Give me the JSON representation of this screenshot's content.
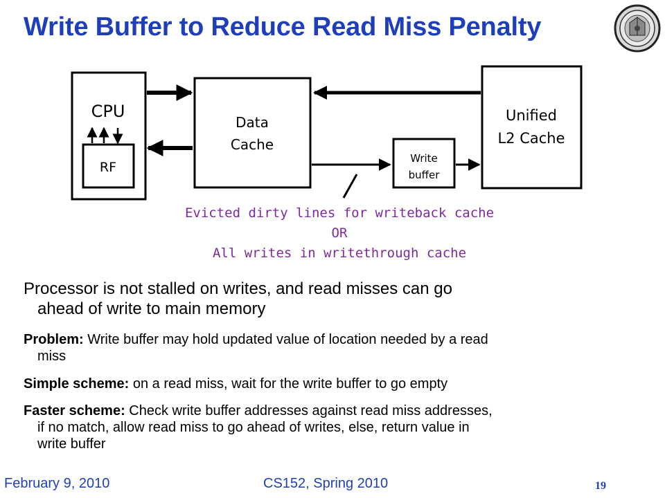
{
  "title": "Write Buffer to Reduce Read Miss Penalty",
  "logo": "university-seal",
  "diagram": {
    "cpu_label": "CPU",
    "rf_label": "RF",
    "data_cache_line1": "Data",
    "data_cache_line2": "Cache",
    "l2_line1": "Unified",
    "l2_line2": "L2 Cache",
    "write_buffer_line1": "Write",
    "write_buffer_line2": "buffer"
  },
  "annotation": {
    "line1": "Evicted dirty lines for writeback cache",
    "line2": "OR",
    "line3": "All writes in writethrough cache"
  },
  "body": {
    "main_line1": "Processor is not stalled on writes, and read misses can go",
    "main_line2": "ahead of write to main memory",
    "problem_label": "Problem:",
    "problem_text1": " Write buffer may hold updated value of location needed by a read",
    "problem_text2": "miss",
    "simple_label": "Simple scheme:",
    "simple_text": " on a read miss, wait for the write buffer to go empty",
    "faster_label": "Faster scheme:",
    "faster_text1": " Check write buffer addresses against read miss addresses,",
    "faster_text2": "if no match, allow read miss to go ahead of writes, else, return value in",
    "faster_text3": "write buffer"
  },
  "footer": {
    "date": "February 9, 2010",
    "course": "CS152, Spring 2010",
    "page_number": "19"
  },
  "colors": {
    "title": "#1f3fb8",
    "annotation": "#7b2a9b",
    "footer": "#1f3fb8"
  }
}
